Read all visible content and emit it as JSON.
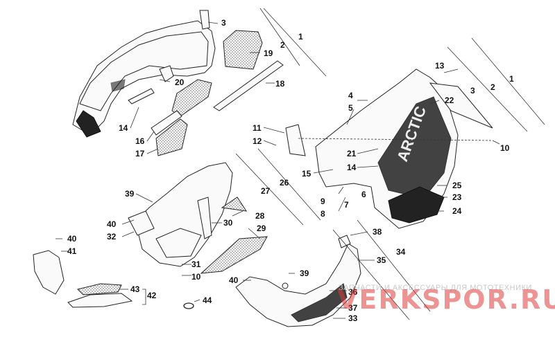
{
  "labels": {
    "l1a": "1",
    "l2a": "2",
    "l3a": "3",
    "l19": "19",
    "l18": "18",
    "l20": "20",
    "l14a": "14",
    "l16": "16",
    "l17": "17",
    "l13": "13",
    "l1b": "1",
    "l2b": "2",
    "l3b": "3",
    "l4": "4",
    "l5": "5",
    "l22": "22",
    "l11": "11",
    "l12": "12",
    "l10a": "10",
    "l21": "21",
    "l14b": "14",
    "l15": "15",
    "l25": "25",
    "l23": "23",
    "l24": "24",
    "l6": "6",
    "l9": "9",
    "l7": "7",
    "l8": "8",
    "l39a": "39",
    "l27": "27",
    "l26": "26",
    "l28": "28",
    "l30": "30",
    "l29": "29",
    "l40a": "40",
    "l32": "32",
    "l31": "31",
    "l10b": "10",
    "l40b": "40",
    "l41": "41",
    "l43": "43",
    "l42": "42",
    "l44": "44",
    "l38": "38",
    "l34": "34",
    "l35": "35",
    "l39b": "39",
    "l40c": "40",
    "l36": "36",
    "l37": "37",
    "l33": "33"
  },
  "decal_text": "ARCTIC",
  "watermark": {
    "tagline": "ЗАПЧАСТИ И АКСЕССУАРЫ ДЛЯ МОТОТЕХНИКИ",
    "brand": "VERKSPOR.RU"
  }
}
